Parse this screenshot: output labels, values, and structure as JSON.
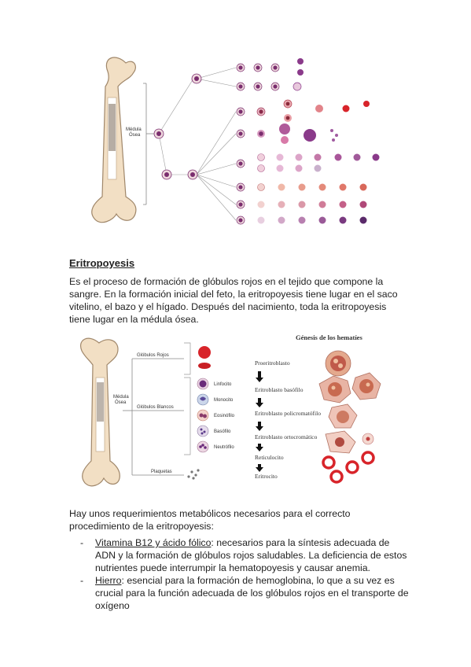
{
  "figure1": {
    "marrow_label_line1": "Médula",
    "marrow_label_line2": "Ósea"
  },
  "section": {
    "heading": "Eritropoyesis",
    "intro": "Es el proceso de formación de glóbulos rojos en el tejido que compone la sangre. En la formación inicial del feto, la eritropoyesis tiene lugar en el saco vitelino, el bazo y el hígado. Después del nacimiento, toda la eritropoyesis tiene lugar en la médula ósea.",
    "requirements_intro": "Hay unos requerimientos metabólicos necesarios para el correcto procedimiento de la eritropoyesis:",
    "list": [
      {
        "term": "Vitamina B12 y ácido fólico",
        "text": ": necesarios para la síntesis adecuada de ADN y la formación de glóbulos rojos saludables. La deficiencia de estos nutrientes puede interrumpir la hematopoyesis y causar anemia."
      },
      {
        "term": "Hierro",
        "text": ": esencial para la formación de hemoglobina, lo que a su vez es crucial para la función adecuada de los glóbulos rojos en el transporte de oxígeno"
      }
    ]
  },
  "figure2": {
    "marrow_label_line1": "Médula",
    "marrow_label_line2": "Ósea",
    "branch_labels": {
      "red": "Glóbulos Rojos",
      "white": "Glóbulos Blancos",
      "platelets": "Plaquetas"
    },
    "white_cells": [
      "Linfocito",
      "Monocito",
      "Eosinófilo",
      "Basófilo",
      "Neutrófilo"
    ],
    "genesis": {
      "title": "Génesis de los hematíes",
      "stages": [
        "Proeritroblasto",
        "Eritroblasto basófilo",
        "Eritroblasto policromatófilo",
        "Eritroblasto ortocromático",
        "Reticulocito",
        "Eritrocito"
      ]
    }
  },
  "colors": {
    "bone": "#f2dfc4",
    "bone_outline": "#a0876a",
    "red_cell": "#d8242a",
    "purple_cell": "#7a2d6e",
    "erythroblast": "#e4a98d"
  }
}
